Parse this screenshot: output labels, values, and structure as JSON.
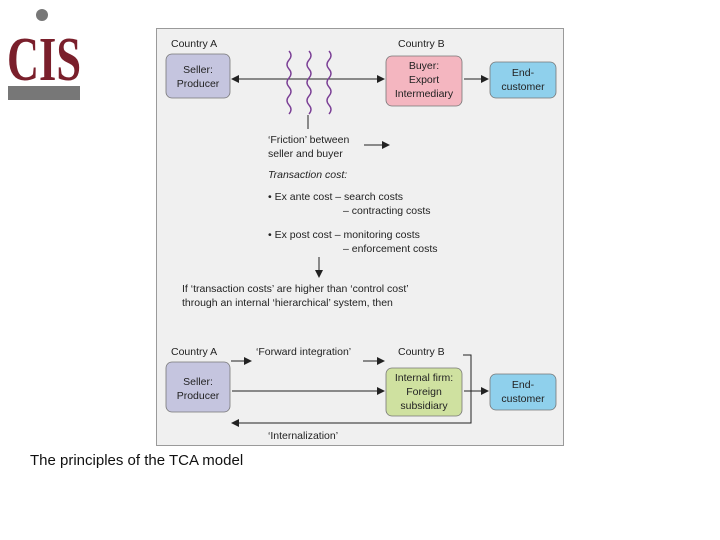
{
  "logo": {
    "text": "CIS",
    "colors": {
      "maroon": "#7a1f2b",
      "gray": "#777777"
    }
  },
  "diagram": {
    "top": {
      "country_a": "Country A",
      "country_b": "Country B",
      "seller": [
        "Seller:",
        "Producer"
      ],
      "buyer": [
        "Buyer:",
        "Export",
        "Intermediary"
      ],
      "end_customer": [
        "End-",
        "customer"
      ]
    },
    "friction": [
      "‘Friction’ between",
      "seller and buyer"
    ],
    "transaction_cost_title": "Transaction cost:",
    "ex_ante": [
      "• Ex ante cost – search costs",
      "– contracting costs"
    ],
    "ex_post": [
      "• Ex post cost – monitoring costs",
      "– enforcement costs"
    ],
    "condition": [
      "If ‘transaction costs’ are higher than ‘control cost’",
      "through an internal ‘hierarchical’ system, then"
    ],
    "bottom": {
      "country_a": "Country A",
      "forward_integration": "‘Forward integration’",
      "country_b": "Country B",
      "seller": [
        "Seller:",
        "Producer"
      ],
      "internal_firm": [
        "Internal firm:",
        "Foreign",
        "subsidiary"
      ],
      "end_customer": [
        "End-",
        "customer"
      ],
      "internalization": "‘Internalization’"
    },
    "colors": {
      "seller_fill": "#c5c5df",
      "buyer_fill": "#f4b6c0",
      "customer_fill": "#8fd0ec",
      "internal_fill": "#cfe1a0",
      "wave": "#7b3f96"
    }
  },
  "caption": "The principles of the TCA model"
}
